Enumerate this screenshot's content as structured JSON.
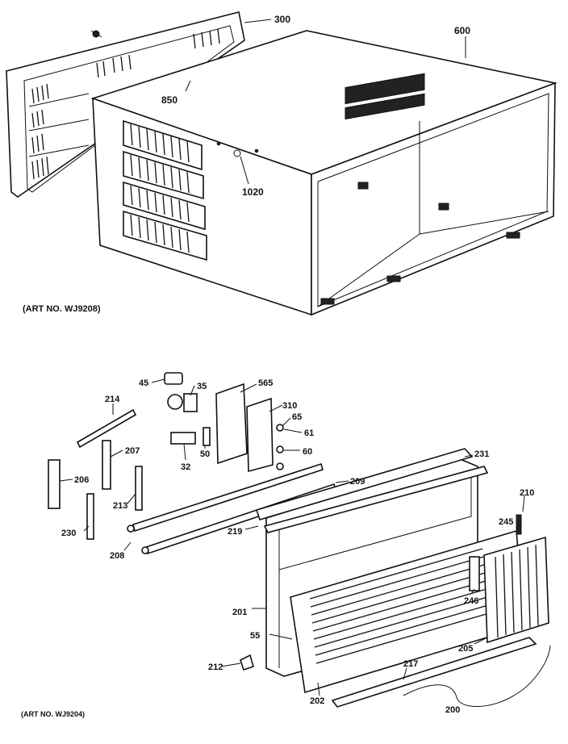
{
  "art_numbers": {
    "top": "(ART NO. WJ9208)",
    "bottom": "(ART NO. WJ9204)"
  },
  "callouts": [
    {
      "id": "c300",
      "text": "300"
    },
    {
      "id": "c600",
      "text": "600"
    },
    {
      "id": "c850",
      "text": "850"
    },
    {
      "id": "c1020",
      "text": "1020"
    },
    {
      "id": "c45",
      "text": "45"
    },
    {
      "id": "c35",
      "text": "35"
    },
    {
      "id": "c565",
      "text": "565"
    },
    {
      "id": "c310",
      "text": "310"
    },
    {
      "id": "c214",
      "text": "214"
    },
    {
      "id": "c207",
      "text": "207"
    },
    {
      "id": "c65",
      "text": "65"
    },
    {
      "id": "c61",
      "text": "61"
    },
    {
      "id": "c60",
      "text": "60"
    },
    {
      "id": "c32",
      "text": "32"
    },
    {
      "id": "c50",
      "text": "50"
    },
    {
      "id": "c206",
      "text": "206"
    },
    {
      "id": "c213",
      "text": "213"
    },
    {
      "id": "c231",
      "text": "231"
    },
    {
      "id": "c209",
      "text": "209"
    },
    {
      "id": "c230",
      "text": "230"
    },
    {
      "id": "c219",
      "text": "219"
    },
    {
      "id": "c208",
      "text": "208"
    },
    {
      "id": "c210",
      "text": "210"
    },
    {
      "id": "c245",
      "text": "245"
    },
    {
      "id": "c201",
      "text": "201"
    },
    {
      "id": "c246",
      "text": "246"
    },
    {
      "id": "c55",
      "text": "55"
    },
    {
      "id": "c205",
      "text": "205"
    },
    {
      "id": "c212",
      "text": "212"
    },
    {
      "id": "c217",
      "text": "217"
    },
    {
      "id": "c202",
      "text": "202"
    },
    {
      "id": "c200",
      "text": "200"
    }
  ]
}
